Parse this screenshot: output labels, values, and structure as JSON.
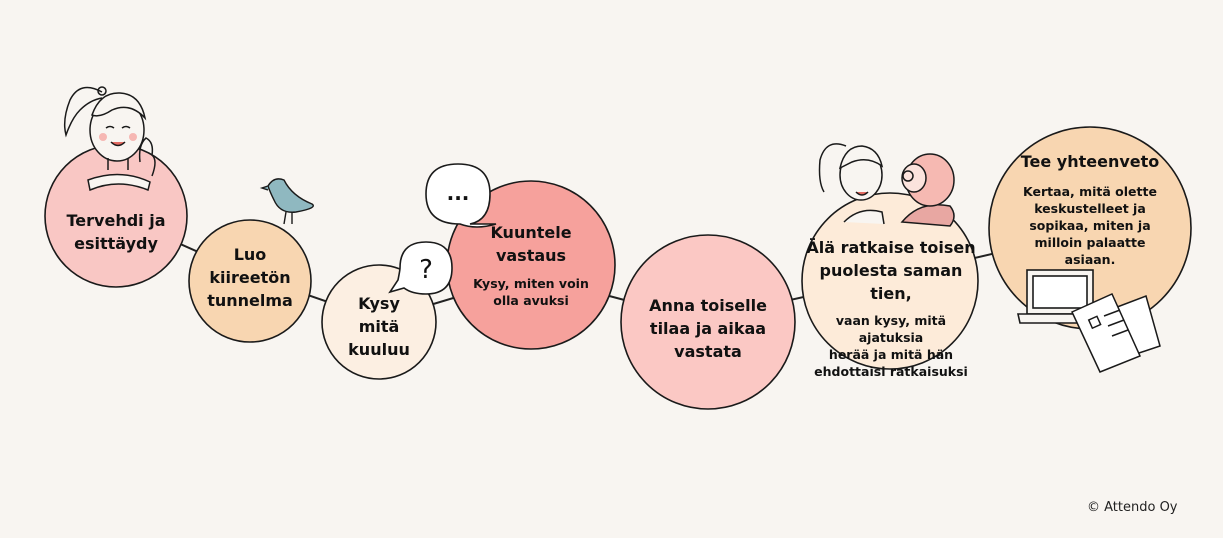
{
  "steps": [
    {
      "id": "s1",
      "title": "Tervehdi ja esittäydy",
      "title_lines": [
        "Tervehdi ja",
        "esittäydy"
      ],
      "color": "#f9c7c4"
    },
    {
      "id": "s2",
      "title": "Luo kiireetön tunnelma",
      "title_lines": [
        "Luo",
        "kiireetön",
        "tunnelma"
      ],
      "color": "#f8d6b1"
    },
    {
      "id": "s3",
      "title": "Kysy mitä kuuluu",
      "title_lines": [
        "Kysy",
        "mitä",
        "kuuluu"
      ],
      "color": "#fcefe2"
    },
    {
      "id": "s4",
      "title": "Kuuntele vastaus",
      "title_lines": [
        "Kuuntele",
        "vastaus"
      ],
      "sub_lines": [
        "Kysy, miten voin",
        "olla avuksi"
      ],
      "color": "#f6a19c"
    },
    {
      "id": "s5",
      "title": "Anna toiselle tilaa ja aikaa vastata",
      "title_lines": [
        "Anna toiselle",
        "tilaa ja aikaa",
        "vastata"
      ],
      "color": "#fbc8c4"
    },
    {
      "id": "s6",
      "title": "Älä ratkaise toisen puolesta saman tien,",
      "title_lines": [
        "Älä ratkaise toisen",
        "puolesta saman tien,"
      ],
      "sub_lines": [
        "vaan kysy, mitä ajatuksia",
        "herää ja mitä hän",
        "ehdottaisi ratkaisuksi"
      ],
      "color": "#fdebd9"
    },
    {
      "id": "s7",
      "title": "Tee yhteenveto",
      "title_lines": [
        "Tee yhteenveto"
      ],
      "sub_lines": [
        "Kertaa, mitä olette",
        "keskustelleet ja",
        "sopikaa, miten ja",
        "milloin palaatte asiaan."
      ],
      "color": "#f8d6b1"
    }
  ],
  "bubbles": {
    "question": "?",
    "ellipsis": "..."
  },
  "copyright": "© Attendo Oy",
  "colors": {
    "line": "#222222",
    "stroke": "#1a1a1a",
    "bird": "#8fb8c0"
  },
  "icons": [
    "girl-waving-icon",
    "bird-icon",
    "question-bubble-icon",
    "ellipsis-bubble-icon",
    "two-people-icon",
    "laptop-icon",
    "papers-icon"
  ]
}
